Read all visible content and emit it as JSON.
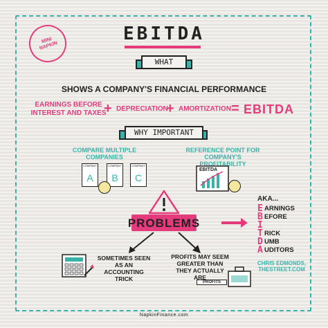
{
  "stamp": {
    "text": "MINI NAPKIN"
  },
  "title": "EBITDA",
  "what_banner": "WHAT",
  "definition": "SHOWS A COMPANY'S FINANCIAL PERFORMANCE",
  "equation": {
    "left": "EARNINGS BEFORE INTEREST AND TAXES",
    "plus": "+",
    "term2": "DEPRECIATION",
    "term3": "AMORTIZATION",
    "equals": "=",
    "result": "EBITDA"
  },
  "why_banner": "WHY IMPORTANT",
  "reason_compare": "COMPARE MULTIPLE COMPANIES",
  "reason_reference": "REFERENCE POINT FOR COMPANY'S PROFITABILITY",
  "companies": [
    {
      "label": "COMPANY",
      "letter": "A"
    },
    {
      "label": "COMPANY",
      "letter": "B"
    },
    {
      "label": "COMPANY",
      "letter": "C"
    }
  ],
  "ebitda_board_label": "EBITDA",
  "problems": "PROBLEMS",
  "problem_1": "SOMETIMES SEEN AS AN ACCOUNTING TRICK",
  "problem_2": "PROFITS MAY SEEM GREATER THAN THEY ACTUALLY ARE",
  "briefcase_label": "PROFITS",
  "aka": "AKA...",
  "acronym": [
    {
      "letter": "E",
      "rest": "ARNINGS"
    },
    {
      "letter": "B",
      "rest": "EFORE"
    },
    {
      "letter": "I",
      "rest": ""
    },
    {
      "letter": "T",
      "rest": "RICK"
    },
    {
      "letter": "D",
      "rest": "UMB"
    },
    {
      "letter": "A",
      "rest": "UDITORS"
    }
  ],
  "credit": "CHRIS EDMONDS, THESTREET.COM",
  "footer": "NapkinFinance.com",
  "colors": {
    "pink": "#e33b7c",
    "teal": "#39b3aa",
    "ink": "#222222",
    "napkin": "#eeebe7"
  }
}
